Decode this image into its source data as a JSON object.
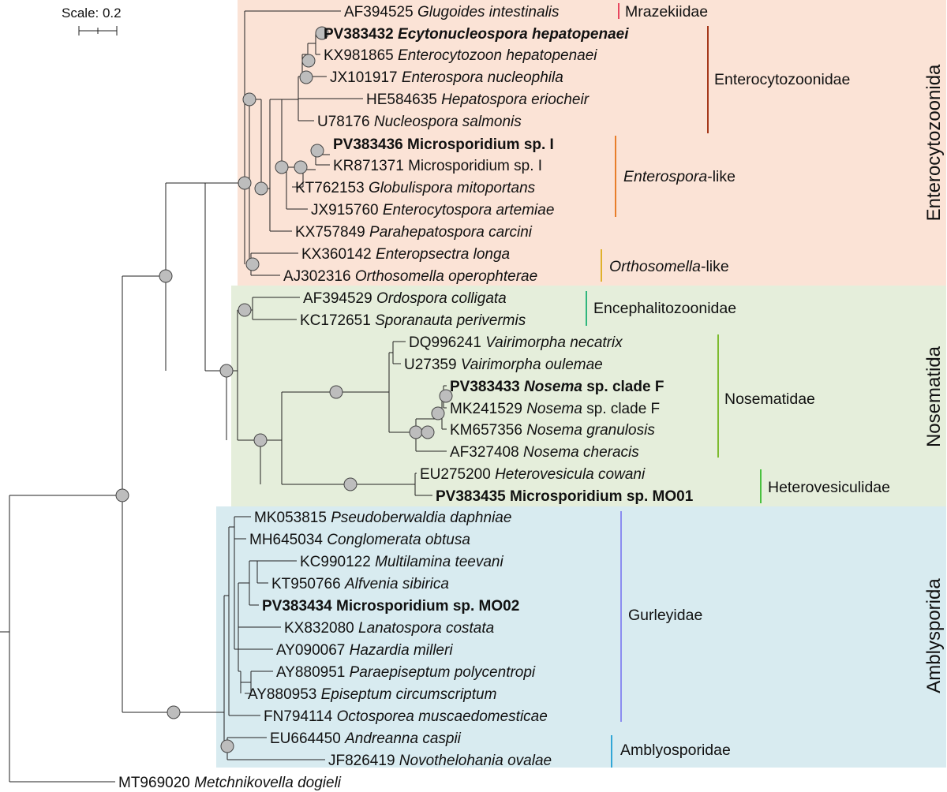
{
  "scale": {
    "label": "Scale: 0.2"
  },
  "colors": {
    "enterocytozoonida_bg": "#fbe3d6",
    "nosematida_bg": "#e5eedb",
    "amblysporida_bg": "#d8ebf0",
    "mrazekiidae": "#e8465f",
    "enterocytozoonidae": "#a5381a",
    "enterospora_like": "#e87e2a",
    "orthosomella_like": "#e0b12b",
    "encephalitozoonidae": "#2fb67c",
    "nosematidae": "#7dbb2f",
    "heterovesiculidae": "#49c13f",
    "gurleyidae": "#8b8df0",
    "amblyosporidae": "#31a6d6"
  },
  "orders": [
    {
      "id": "enterocytozoonida",
      "name": "Enterocytozoonida"
    },
    {
      "id": "nosematida",
      "name": "Nosematida"
    },
    {
      "id": "amblysporida",
      "name": "Amblysporida"
    }
  ],
  "families": [
    {
      "id": "mrazekiidae",
      "parts": [
        {
          "t": "Mrazekiidae"
        }
      ]
    },
    {
      "id": "enterocytozoonidae",
      "parts": [
        {
          "t": "Enterocytozoonidae"
        }
      ]
    },
    {
      "id": "enterospora-like",
      "parts": [
        {
          "t": "Enterospora",
          "i": true
        },
        {
          "t": "-like"
        }
      ]
    },
    {
      "id": "orthosomella-like",
      "parts": [
        {
          "t": "Orthosomella",
          "i": true
        },
        {
          "t": "-like"
        }
      ]
    },
    {
      "id": "encephalitozoonidae",
      "parts": [
        {
          "t": "Encephalitozoonidae"
        }
      ]
    },
    {
      "id": "nosematidae",
      "parts": [
        {
          "t": "Nosematidae"
        }
      ]
    },
    {
      "id": "heterovesiculidae",
      "parts": [
        {
          "t": "Heterovesiculidae"
        }
      ]
    },
    {
      "id": "gurleyidae",
      "parts": [
        {
          "t": "Gurleyidae"
        }
      ]
    },
    {
      "id": "amblyosporidae",
      "parts": [
        {
          "t": "Amblyosporidae"
        }
      ]
    }
  ],
  "leaves": [
    {
      "acc": "AF394525",
      "bold": false,
      "parts": [
        {
          "t": "Glugoides intestinalis",
          "i": true
        }
      ]
    },
    {
      "acc": "PV383432",
      "bold": true,
      "parts": [
        {
          "t": "Ecytonucleospora hepatopenaei",
          "i": true
        }
      ]
    },
    {
      "acc": "KX981865",
      "bold": false,
      "parts": [
        {
          "t": "Enterocytozoon hepatopenaei",
          "i": true
        }
      ]
    },
    {
      "acc": "JX101917",
      "bold": false,
      "parts": [
        {
          "t": "Enterospora nucleophila",
          "i": true
        }
      ]
    },
    {
      "acc": "HE584635",
      "bold": false,
      "parts": [
        {
          "t": "Hepatospora eriocheir",
          "i": true
        }
      ]
    },
    {
      "acc": "U78176",
      "bold": false,
      "parts": [
        {
          "t": "Nucleospora salmonis",
          "i": true
        }
      ]
    },
    {
      "acc": "PV383436",
      "bold": true,
      "parts": [
        {
          "t": "Microsporidium sp. I"
        }
      ]
    },
    {
      "acc": "KR871371",
      "bold": false,
      "parts": [
        {
          "t": "Microsporidium sp. I"
        }
      ]
    },
    {
      "acc": "KT762153",
      "bold": false,
      "parts": [
        {
          "t": "Globulispora mitoportans",
          "i": true
        }
      ]
    },
    {
      "acc": "JX915760",
      "bold": false,
      "parts": [
        {
          "t": "Enterocytospora artemiae",
          "i": true
        }
      ]
    },
    {
      "acc": "KX757849",
      "bold": false,
      "parts": [
        {
          "t": "Parahepatospora carcini",
          "i": true
        }
      ]
    },
    {
      "acc": "KX360142",
      "bold": false,
      "parts": [
        {
          "t": "Enteropsectra longa",
          "i": true
        }
      ]
    },
    {
      "acc": "AJ302316",
      "bold": false,
      "parts": [
        {
          "t": "Orthosomella operophterae",
          "i": true
        }
      ]
    },
    {
      "acc": "AF394529",
      "bold": false,
      "parts": [
        {
          "t": "Ordospora colligata",
          "i": true
        }
      ]
    },
    {
      "acc": "KC172651",
      "bold": false,
      "parts": [
        {
          "t": "Sporanauta perivermis",
          "i": true
        }
      ]
    },
    {
      "acc": "DQ996241",
      "bold": false,
      "parts": [
        {
          "t": "Vairimorpha necatrix",
          "i": true
        }
      ]
    },
    {
      "acc": "U27359",
      "bold": false,
      "parts": [
        {
          "t": "Vairimorpha oulemae",
          "i": true
        }
      ]
    },
    {
      "acc": "PV383433",
      "bold": true,
      "parts": [
        {
          "t": "Nosema",
          "i": true
        },
        {
          "t": " sp. clade F"
        }
      ]
    },
    {
      "acc": "MK241529",
      "bold": false,
      "parts": [
        {
          "t": "Nosema",
          "i": true
        },
        {
          "t": " sp. clade F"
        }
      ]
    },
    {
      "acc": "KM657356",
      "bold": false,
      "parts": [
        {
          "t": "Nosema granulosis",
          "i": true
        }
      ]
    },
    {
      "acc": "AF327408",
      "bold": false,
      "parts": [
        {
          "t": "Nosema cheracis",
          "i": true
        }
      ]
    },
    {
      "acc": "EU275200",
      "bold": false,
      "parts": [
        {
          "t": "Heterovesicula cowani",
          "i": true
        }
      ]
    },
    {
      "acc": "PV383435",
      "bold": true,
      "parts": [
        {
          "t": "Microsporidium sp. MO01"
        }
      ]
    },
    {
      "acc": "MK053815",
      "bold": false,
      "parts": [
        {
          "t": "Pseudoberwaldia daphniae",
          "i": true
        }
      ]
    },
    {
      "acc": "MH645034",
      "bold": false,
      "parts": [
        {
          "t": "Conglomerata obtusa",
          "i": true
        }
      ]
    },
    {
      "acc": "KC990122",
      "bold": false,
      "parts": [
        {
          "t": "Multilamina teevani",
          "i": true
        }
      ]
    },
    {
      "acc": "KT950766",
      "bold": false,
      "parts": [
        {
          "t": "Alfvenia sibirica",
          "i": true
        }
      ]
    },
    {
      "acc": "PV383434",
      "bold": true,
      "parts": [
        {
          "t": "Microsporidium sp. MO02"
        }
      ]
    },
    {
      "acc": "KX832080",
      "bold": false,
      "parts": [
        {
          "t": "Lanatospora costata",
          "i": true
        }
      ]
    },
    {
      "acc": "AY090067",
      "bold": false,
      "parts": [
        {
          "t": "Hazardia milleri",
          "i": true
        }
      ]
    },
    {
      "acc": "AY880951",
      "bold": false,
      "parts": [
        {
          "t": "Paraepiseptum polycentropi",
          "i": true
        }
      ]
    },
    {
      "acc": "AY880953",
      "bold": false,
      "parts": [
        {
          "t": "Episeptum circumscriptum",
          "i": true
        }
      ]
    },
    {
      "acc": "FN794114",
      "bold": false,
      "parts": [
        {
          "t": "Octosporea muscaedomesticae",
          "i": true
        }
      ]
    },
    {
      "acc": "EU664450",
      "bold": false,
      "parts": [
        {
          "t": "Andreanna caspii",
          "i": true
        }
      ]
    },
    {
      "acc": "JF826419",
      "bold": false,
      "parts": [
        {
          "t": "Novothelohania ovalae",
          "i": true
        }
      ]
    },
    {
      "acc": "MT969020",
      "bold": false,
      "parts": [
        {
          "t": "Metchnikovella dogieli",
          "i": true
        }
      ]
    }
  ]
}
